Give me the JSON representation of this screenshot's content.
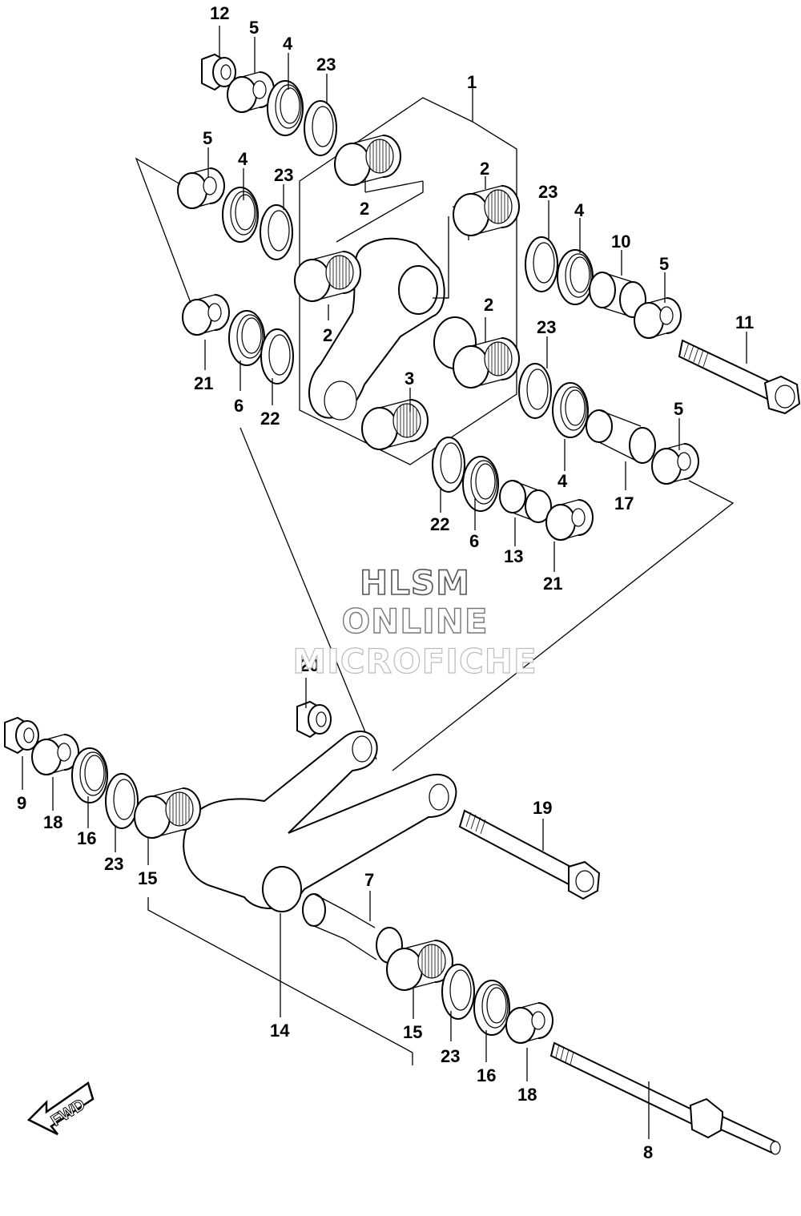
{
  "watermark": {
    "line1": "HLSM",
    "line2": "ONLINE",
    "line3": "MICROFICHE"
  },
  "fwd_label": "FWD",
  "callouts": {
    "c1": "1",
    "c2a": "2",
    "c2b": "2",
    "c2c": "2",
    "c2d": "2",
    "c3": "3",
    "c4a": "4",
    "c4b": "4",
    "c4c": "4",
    "c4d": "4",
    "c5a": "5",
    "c5b": "5",
    "c5c": "5",
    "c5d": "5",
    "c6a": "6",
    "c6b": "6",
    "c7": "7",
    "c8": "8",
    "c9": "9",
    "c10": "10",
    "c11": "11",
    "c12": "12",
    "c13": "13",
    "c14": "14",
    "c15a": "15",
    "c15b": "15",
    "c16a": "16",
    "c16b": "16",
    "c17": "17",
    "c18a": "18",
    "c18b": "18",
    "c19": "19",
    "c20": "20",
    "c21a": "21",
    "c21b": "21",
    "c22a": "22",
    "c22b": "22",
    "c23a": "23",
    "c23b": "23",
    "c23c": "23",
    "c23d": "23",
    "c23e": "23",
    "c23f": "23"
  }
}
